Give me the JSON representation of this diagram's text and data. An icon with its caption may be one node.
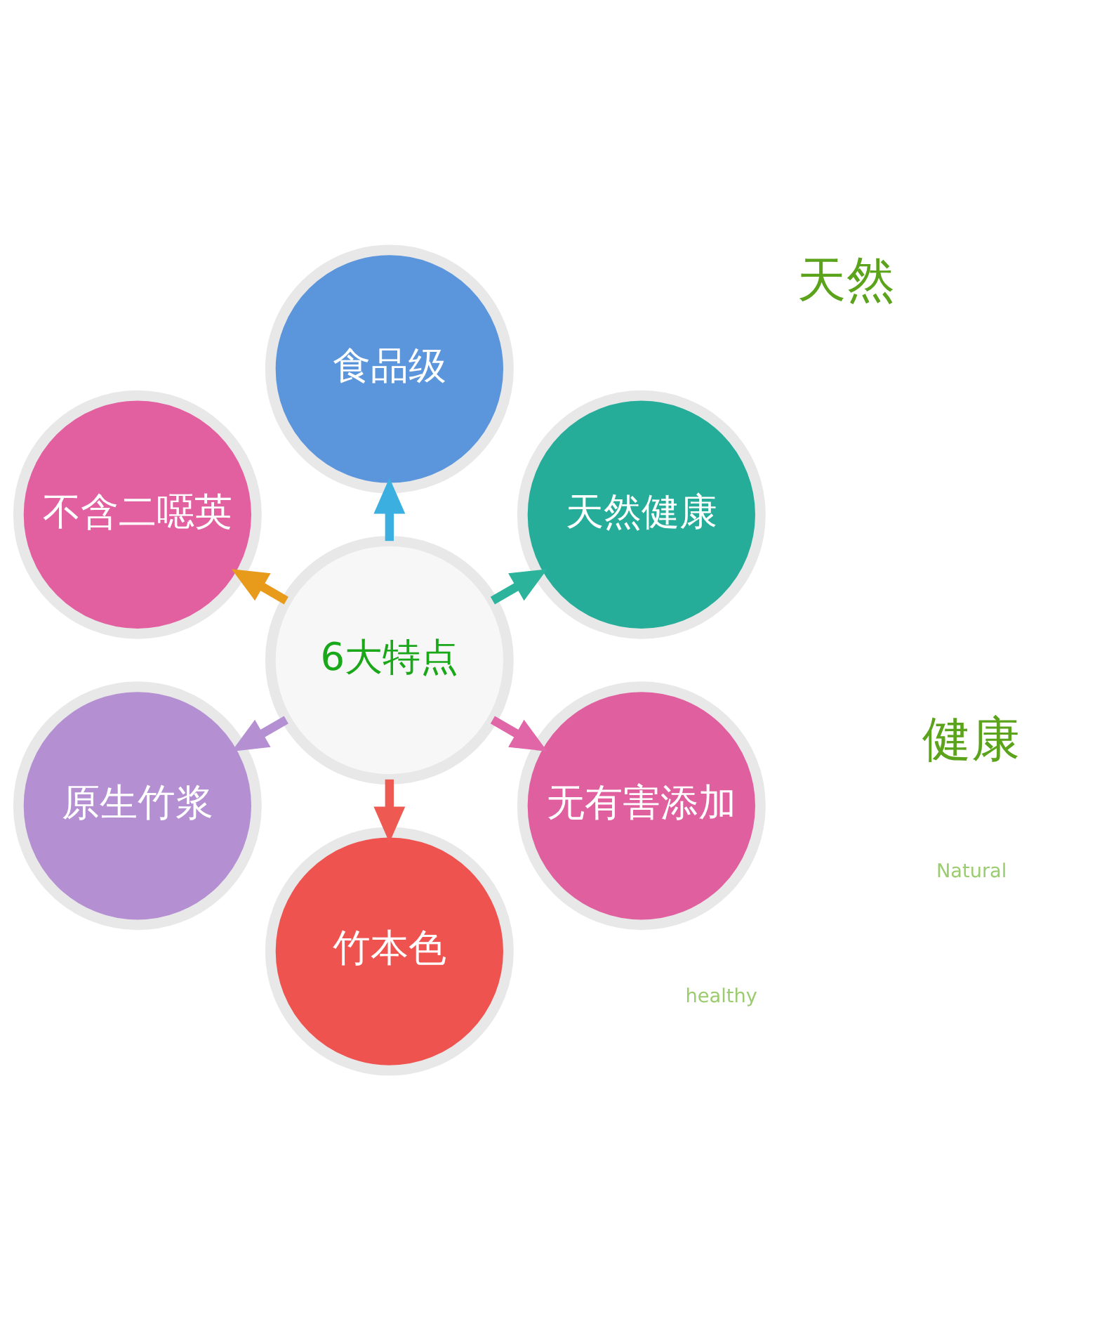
{
  "diagram": {
    "nodes": [
      {
        "text": [
          "6大特点"
        ]
      },
      {
        "text": [
          "天然健康"
        ]
      },
      {
        "text": [
          "食品级"
        ]
      },
      {
        "text": [
          "不含二噁英"
        ]
      },
      {
        "text": [
          "原生竹浆"
        ]
      },
      {
        "text": [
          "竹本色"
        ]
      },
      {
        "text": [
          "无有害添加"
        ]
      }
    ],
    "edges": [
      {
        "from": 0,
        "to": 1,
        "arrow": "to",
        "color": "#2bb39c"
      },
      {
        "from": 0,
        "to": 2,
        "arrow": "to",
        "color": "#3bb0e0"
      },
      {
        "from": 0,
        "to": 3,
        "arrow": "to",
        "color": "#e89a1a"
      },
      {
        "from": 0,
        "to": 4,
        "arrow": "to",
        "color": "#b48fd2"
      },
      {
        "from": 0,
        "to": 5,
        "arrow": "to",
        "color": "#ee5a52"
      },
      {
        "from": 0,
        "to": 6,
        "arrow": "to",
        "color": "#e066a8"
      }
    ],
    "labels": [
      "天然",
      "healthy",
      "Natural",
      "健康"
    ]
  }
}
